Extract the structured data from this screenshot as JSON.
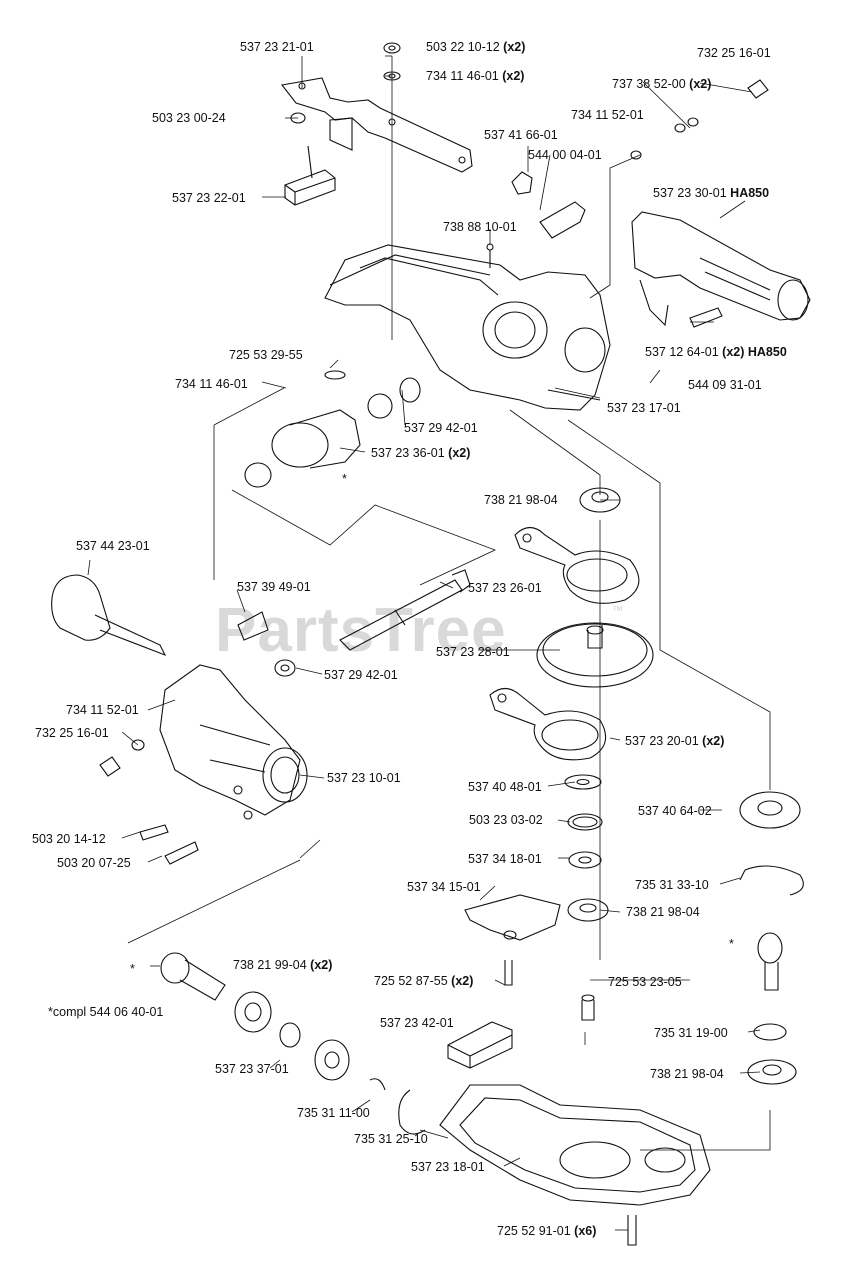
{
  "watermark": {
    "text": "PartsTree",
    "tm": "™"
  },
  "labels": {
    "l01": "537 23 21-01",
    "l02": "503 22 10-12",
    "l03": "734 11 46-01",
    "l04": "732 25 16-01",
    "l05": "737 38 52-00",
    "l06": "503 23 00-24",
    "l07": "734 11 52-01",
    "l08": "537 41 66-01",
    "l09": "544 00 04-01",
    "l10": "537 23 22-01",
    "l11": "537 23 30-01",
    "l12": "738 88 10-01",
    "l13": "537 12 64-01",
    "l14": "725 53 29-55",
    "l15": "734 11 46-01",
    "l16": "544 09 31-01",
    "l17": "537 23 17-01",
    "l18": "537 29 42-01",
    "l19": "537 23 36-01",
    "l20": "738 21 98-04",
    "l21": "537 44 23-01",
    "l22": "537 39 49-01",
    "l23": "537 23 26-01",
    "l24": "537 23 28-01",
    "l25": "537 29 42-01",
    "l26": "734 11 52-01",
    "l27": "732 25 16-01",
    "l28": "537 23 20-01",
    "l29": "537 40 48-01",
    "l30": "537 23 10-01",
    "l31": "537 40 64-02",
    "l32": "503 23 03-02",
    "l33": "503 20 14-12",
    "l34": "503 20 07-25",
    "l35": "537 34 18-01",
    "l36": "735 31 33-10",
    "l37": "537 34 15-01",
    "l38": "738 21 98-04",
    "l39": "738 21 99-04",
    "l40": "725 52 87-55",
    "l41": "725 53 23-05",
    "l42": "*compl 544 06 40-01",
    "l43": "537 23 42-01",
    "l44": "735 31 19-00",
    "l45": "537 23 37-01",
    "l46": "738 21 98-04",
    "l47": "735 31 11-00",
    "l48": "735 31 25-10",
    "l49": "537 23 18-01",
    "l50": "725 52 91-01"
  },
  "qualifiers": {
    "x2": "(x2)",
    "x6": "(x6)",
    "ha850": "HA850",
    "x2_ha850": "(x2) HA850"
  },
  "asterisk": "*"
}
